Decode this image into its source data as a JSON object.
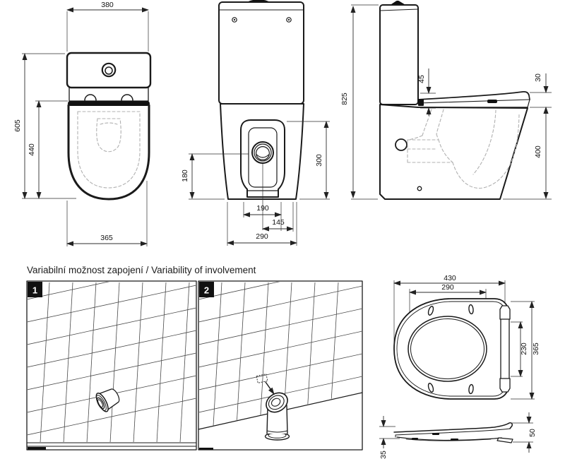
{
  "title": "Variabilní možnost zapojení / Variability of involvement",
  "panels": {
    "one": "1",
    "two": "2"
  },
  "dims": {
    "top_view": {
      "tank_width": "380",
      "total_depth": "605",
      "bowl_depth": "440",
      "bowl_width": "365"
    },
    "back_view": {
      "outlet_center_height": "180",
      "recess_height": "300",
      "outlet_span": "190",
      "outlet_offset": "145",
      "base_width": "290"
    },
    "side_view": {
      "total_height": "825",
      "seat_rise": "45",
      "seat_thickness": "30",
      "bowl_height": "400"
    },
    "seat_top": {
      "length": "430",
      "inner_length": "290",
      "width": "365",
      "inner_width": "230"
    },
    "seat_side": {
      "front_height": "35",
      "rear_height": "50"
    }
  },
  "colors": {
    "line": "#1a1a1a",
    "dimension": "#2e2e2e",
    "dashed": "#b0b0b0",
    "tile": "#4a4a4a",
    "badge_bg": "#111111",
    "badge_fg": "#ffffff",
    "background": "#ffffff"
  }
}
